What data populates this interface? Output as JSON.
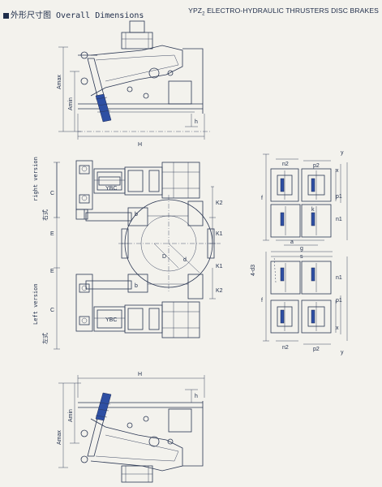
{
  "header": {
    "cn_title": "外形尺寸图",
    "en_title": "Overall Dimensions",
    "product_prefix": "YPZ",
    "product_sub": "2",
    "product_title": "ELECTRO-HYDRAULIC THRUSTERS DISC BRAKES"
  },
  "labels": {
    "right_version": "right version",
    "right_cn": "右式",
    "left_version": "Left version",
    "left_cn": "左式",
    "H": "H",
    "Amax": "Amax",
    "Amin": "Amin",
    "h": "h",
    "C": "C",
    "E": "E",
    "K1": "K1",
    "K2": "K2",
    "D": "D",
    "d": "d",
    "b": "b",
    "f": "f",
    "n1": "n1",
    "n2": "n2",
    "p1": "p1",
    "p2": "p2",
    "x": "x",
    "y": "y",
    "g": "g",
    "a": "a",
    "s": "s",
    "k": "k",
    "four_d3": "4-d3",
    "YBC": "YBC"
  }
}
